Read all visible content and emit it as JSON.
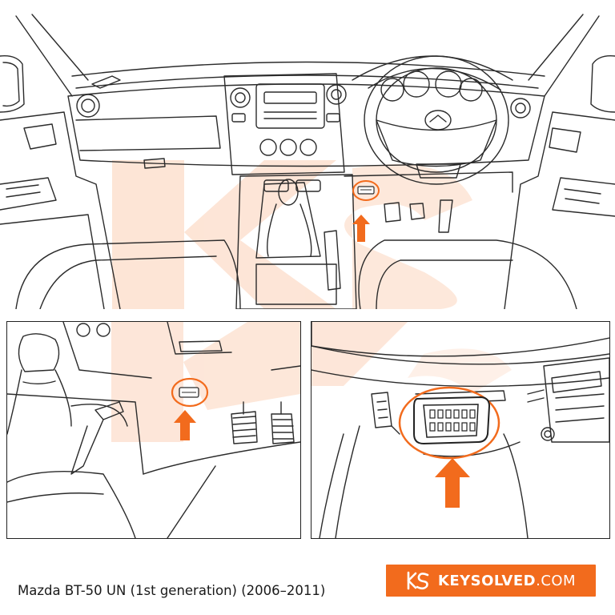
{
  "caption": {
    "title": "Mazda BT-50 UN (1st generation) (2006–2011)"
  },
  "brand": {
    "name": "KEYSOLVED",
    "tld": ".COM"
  },
  "dashboard": {
    "logo_badge": "Mazda logo"
  },
  "colors": {
    "accent": "#f26b1d",
    "watermark": "#fde1d0",
    "line": "#2b2b2b",
    "brand_bg": "#f26b1d"
  },
  "icons": {
    "highlight": "circle-highlight-icon",
    "arrow": "up-arrow-icon",
    "port": "obd2-port-icon"
  }
}
